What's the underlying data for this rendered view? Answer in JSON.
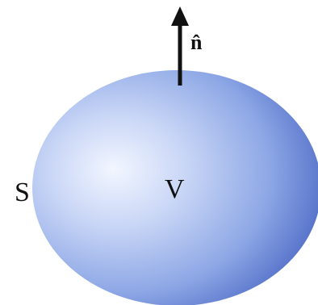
{
  "diagram": {
    "surface_label": "S",
    "volume_label": "V",
    "normal_label": "n̂",
    "colors": {
      "sphere_light": "#f2f6ff",
      "sphere_mid": "#a9bdee",
      "sphere_dark": "#3e5bbd",
      "arrow": "#111111",
      "background": "#ffffff"
    },
    "icons": {
      "sphere": "blue-ellipsoid-volume",
      "normal_vector": "up-arrow-icon"
    }
  }
}
